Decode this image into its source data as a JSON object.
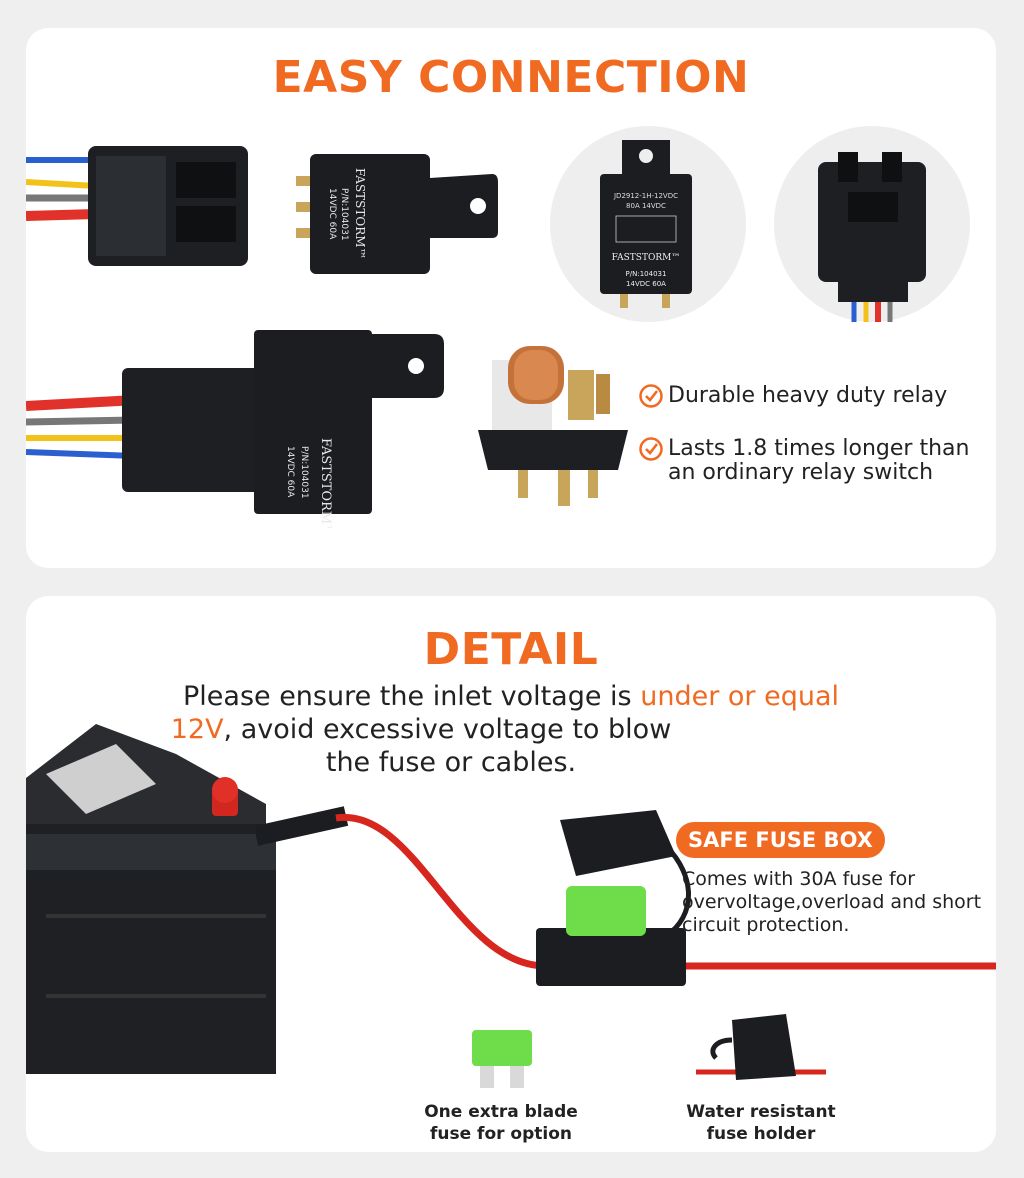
{
  "easy": {
    "title": "EASY CONNECTION",
    "features": [
      "Durable heavy duty relay",
      "Lasts 1.8 times longer than",
      "an ordinary relay switch"
    ]
  },
  "relay": {
    "brand": "FASTSTORM™",
    "part": "P/N:104031",
    "rating": "14VDC 60A",
    "model": "JD2912-1H-12VDC",
    "model_rating": "80A 14VDC"
  },
  "detail": {
    "title": "DETAIL",
    "intro_1": "Please ensure the inlet voltage is ",
    "intro_accent_1": "under or equal",
    "intro_accent_2": "12V",
    "intro_2": ", avoid excessive voltage to blow",
    "intro_3": "the fuse or cables.",
    "badge": "SAFE FUSE BOX",
    "fuse_desc": "Comes with 30A fuse for overvoltage,overload and short circuit protection.",
    "caption_blade_1": "One extra blade",
    "caption_blade_2": "fuse for option",
    "caption_holder_1": "Water resistant",
    "caption_holder_2": "fuse holder"
  },
  "colors": {
    "accent": "#f06a22",
    "check": "#f06a22",
    "fuse_green": "#6fdc4a"
  }
}
